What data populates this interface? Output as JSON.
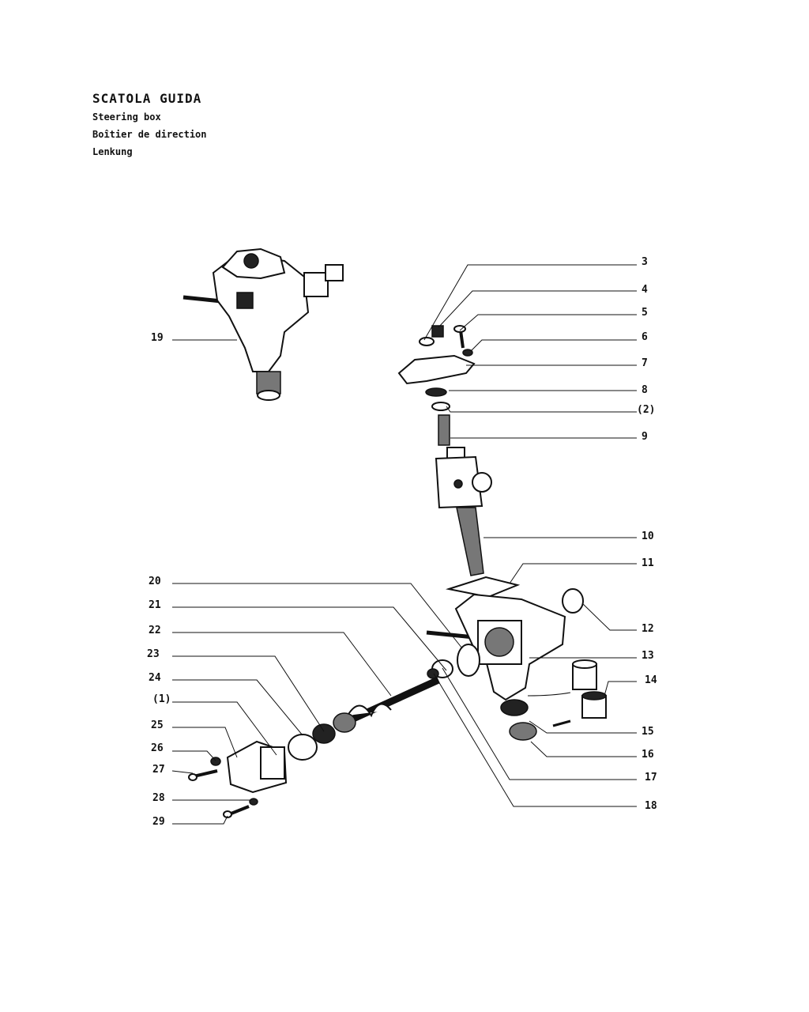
{
  "header": {
    "title": "SCATOLA GUIDA",
    "subtitles": [
      "Steering box",
      "Boîtier de direction",
      "Lenkung"
    ]
  },
  "callouts": {
    "left": [
      "19",
      "20",
      "21",
      "22",
      "23",
      "24",
      "(1)",
      "25",
      "26",
      "27",
      "28",
      "29"
    ],
    "right": [
      "3",
      "4",
      "5",
      "6",
      "7",
      "8",
      "(2)",
      "9",
      "10",
      "11",
      "12",
      "13",
      "14",
      "15",
      "16",
      "17",
      "18"
    ]
  }
}
